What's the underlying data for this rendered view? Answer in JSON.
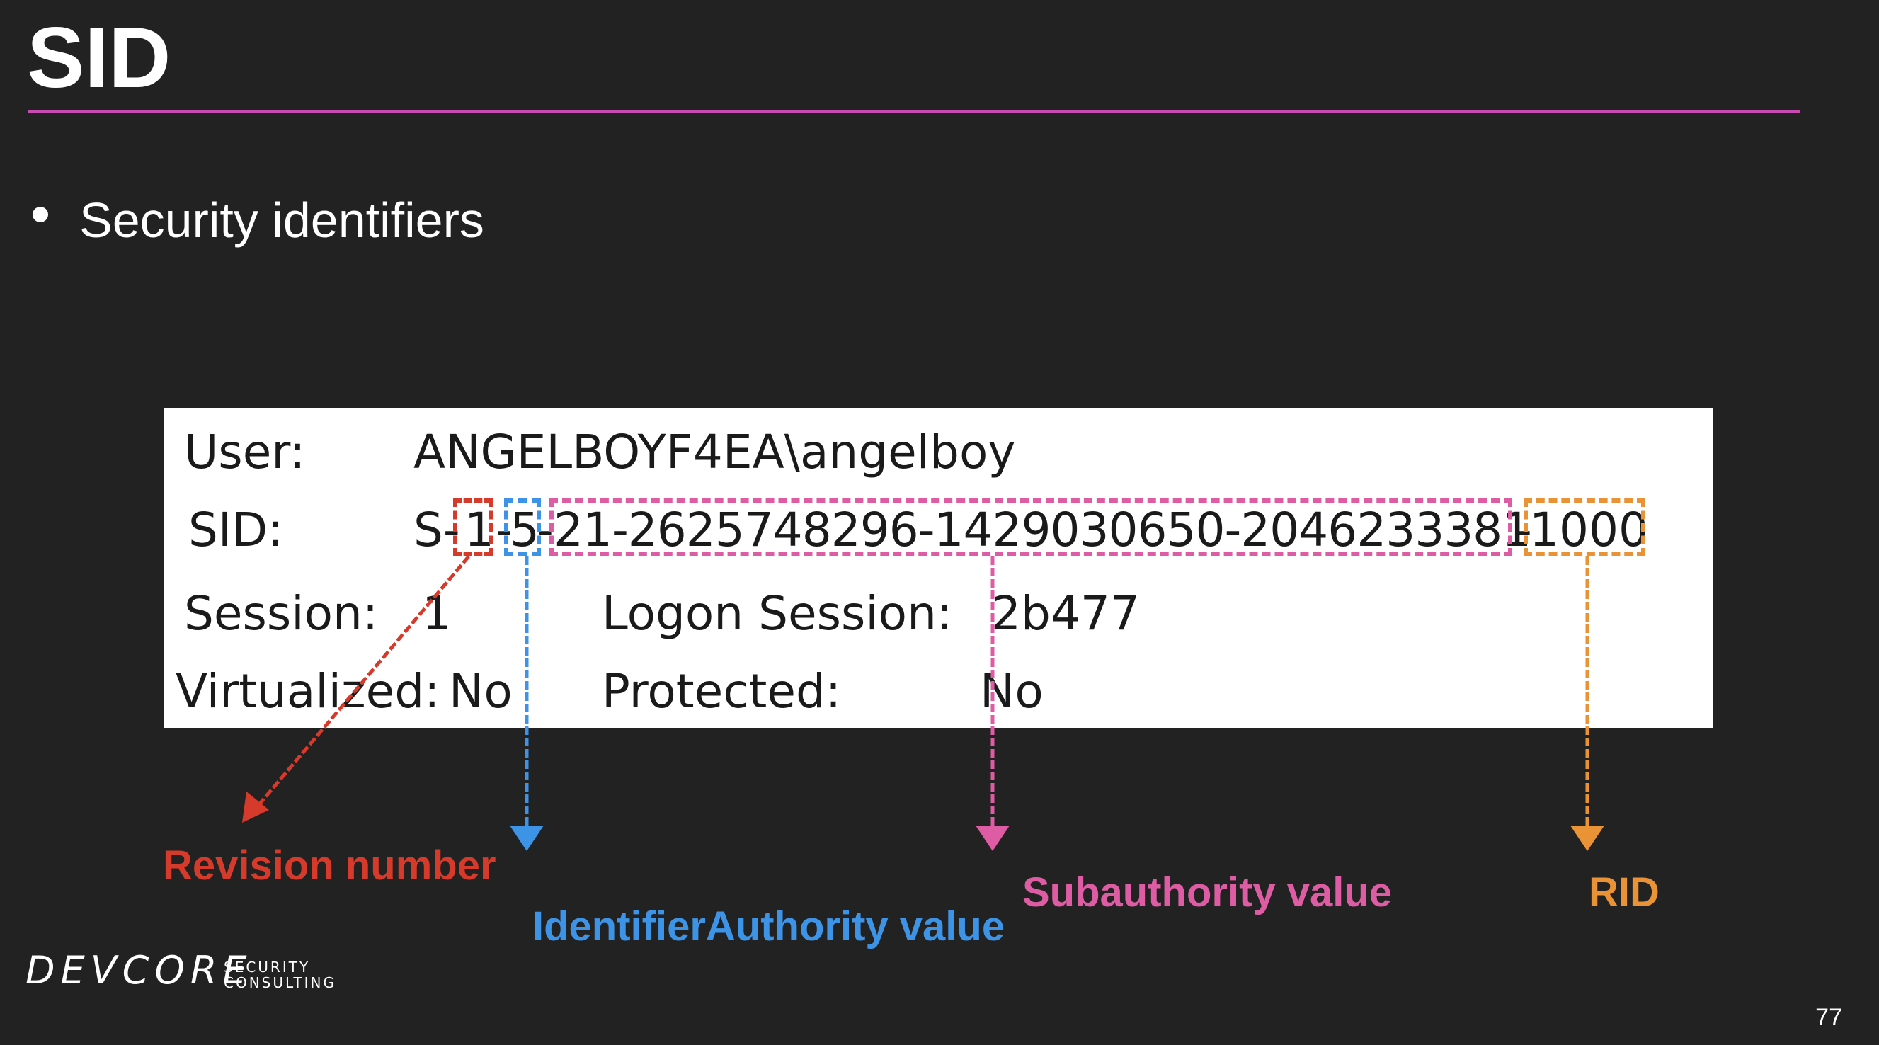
{
  "slide": {
    "title": "SID",
    "bullet": "Security identifiers",
    "page_number": "77"
  },
  "panel": {
    "user_label": "User:",
    "user_value": "ANGELBOYF4EA\\angelboy",
    "sid_label": "SID:",
    "sid_prefix": "S-",
    "sid_revision": "1",
    "sid_sep1": "-",
    "sid_authority": "5",
    "sid_sep2": "-",
    "sid_subauthority": "21-2625748296-1429030650-2046233381",
    "sid_sep3": "-",
    "sid_rid": "1000",
    "session_label": "Session:",
    "session_value": "1",
    "logon_session_label": "Logon Session:",
    "logon_session_value": "2b477",
    "virtualized_label": "Virtualized:",
    "virtualized_value": "No",
    "protected_label": "Protected:",
    "protected_value": "No"
  },
  "annotations": {
    "revision": "Revision number",
    "authority": "IdentifierAuthority value",
    "subauthority": "Subauthority value",
    "rid": "RID"
  },
  "colors": {
    "revision": "#d53a2a",
    "authority": "#3d93e6",
    "subauthority": "#de5ca4",
    "rid": "#ea9236",
    "title_rule": "#c74bb3"
  },
  "logo": {
    "main": "DEVCORE",
    "line1": "SECURITY",
    "line2": "CONSULTING"
  }
}
